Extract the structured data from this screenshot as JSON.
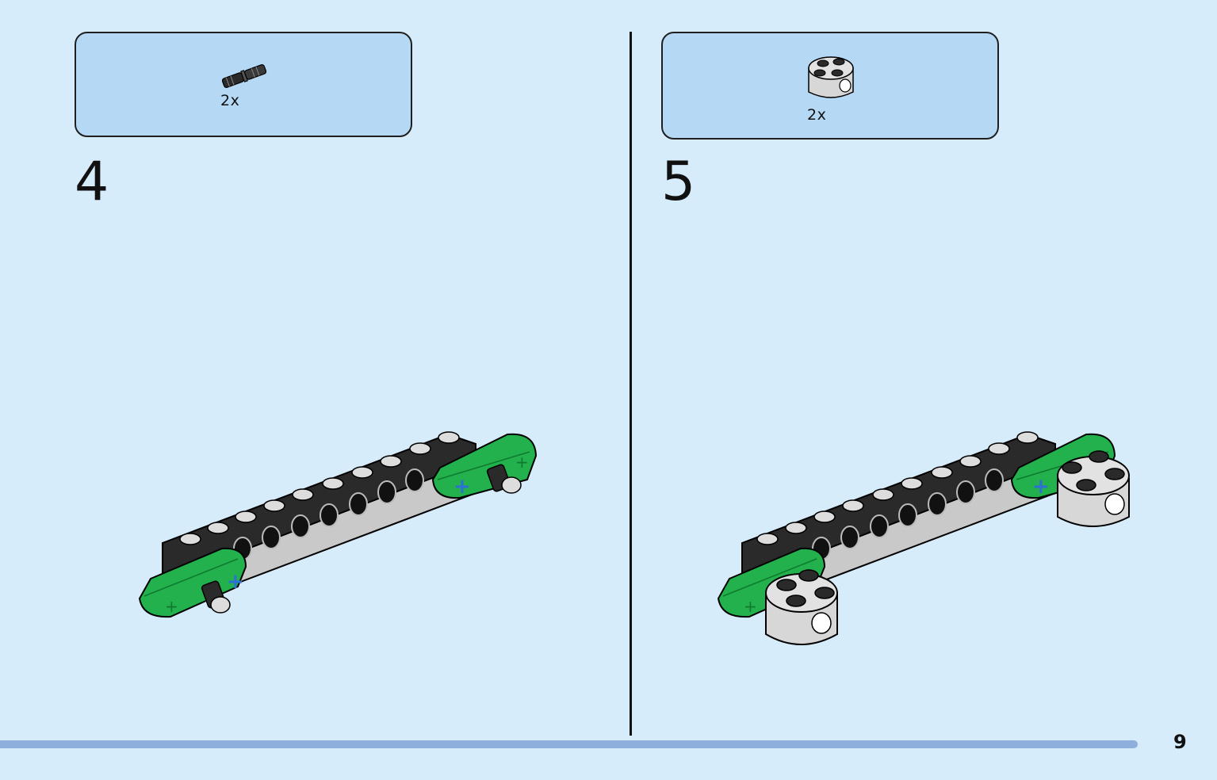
{
  "steps": [
    {
      "number": "4",
      "part_qty": "2x",
      "part": "pin-icon"
    },
    {
      "number": "5",
      "part_qty": "2x",
      "part": "round-brick-icon"
    }
  ],
  "page_number": "9",
  "colors": {
    "background": "#d6ecfb",
    "parts_box": "#b5d8f5",
    "beam_green": "#22b14c",
    "brick_black": "#2a2a2a",
    "brick_grey": "#d7d7d7",
    "axle_blue": "#2f6fd8",
    "progress": "#8eaedb"
  }
}
